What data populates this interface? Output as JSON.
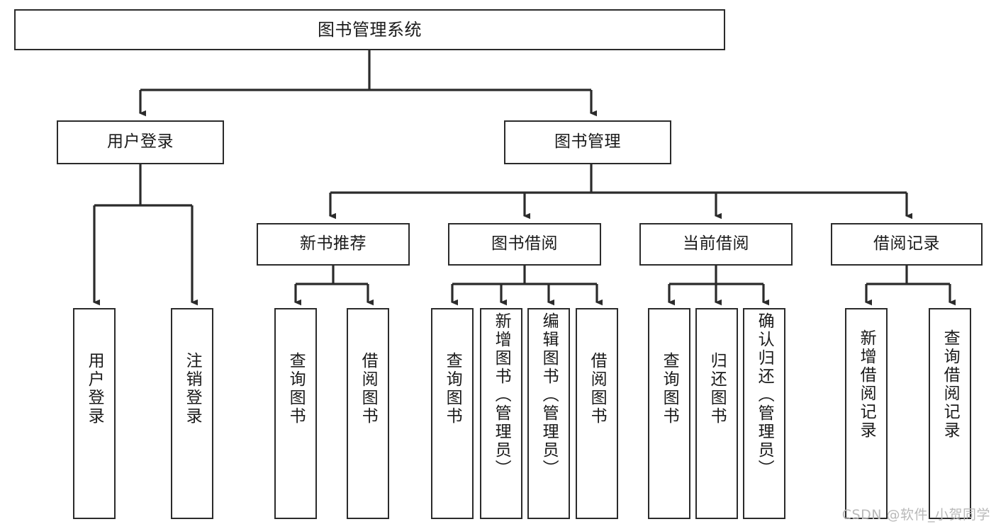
{
  "diagram": {
    "title": "图书管理系统",
    "type": "tree",
    "colors": {
      "stroke": "#2b2b2b",
      "fill": "#ffffff",
      "text": "#1a1a1a",
      "watermark": "#b9b9b9"
    }
  },
  "nodes": {
    "root": {
      "label": "图书管理系统"
    },
    "level2": [
      {
        "id": "user-login",
        "label": "用户登录"
      },
      {
        "id": "book-management",
        "label": "图书管理"
      }
    ],
    "level3": [
      {
        "id": "new-book-recommend",
        "label": "新书推荐"
      },
      {
        "id": "book-borrow",
        "label": "图书借阅"
      },
      {
        "id": "current-borrow",
        "label": "当前借阅"
      },
      {
        "id": "borrow-record",
        "label": "借阅记录"
      }
    ],
    "leaves": {
      "user-login": [
        {
          "id": "leaf-user-login",
          "label": "用户登录"
        },
        {
          "id": "leaf-logout",
          "label": "注销登录"
        }
      ],
      "new-book-recommend": [
        {
          "id": "leaf-query-book-1",
          "label": "查询图书"
        },
        {
          "id": "leaf-borrow-book-1",
          "label": "借阅图书"
        }
      ],
      "book-borrow": [
        {
          "id": "leaf-query-book-2",
          "label": "查询图书"
        },
        {
          "id": "leaf-add-book",
          "label": "新增图书（管理员）"
        },
        {
          "id": "leaf-edit-book",
          "label": "编辑图书（管理员）"
        },
        {
          "id": "leaf-borrow-book-2",
          "label": "借阅图书"
        }
      ],
      "current-borrow": [
        {
          "id": "leaf-query-book-3",
          "label": "查询图书"
        },
        {
          "id": "leaf-return-book",
          "label": "归还图书"
        },
        {
          "id": "leaf-confirm-return",
          "label": "确认归还（管理员）"
        }
      ],
      "borrow-record": [
        {
          "id": "leaf-add-record",
          "label": "新增借阅记录"
        },
        {
          "id": "leaf-query-record",
          "label": "查询借阅记录"
        }
      ]
    }
  },
  "watermark": {
    "text": "CSDN @软件_小贺同学"
  }
}
